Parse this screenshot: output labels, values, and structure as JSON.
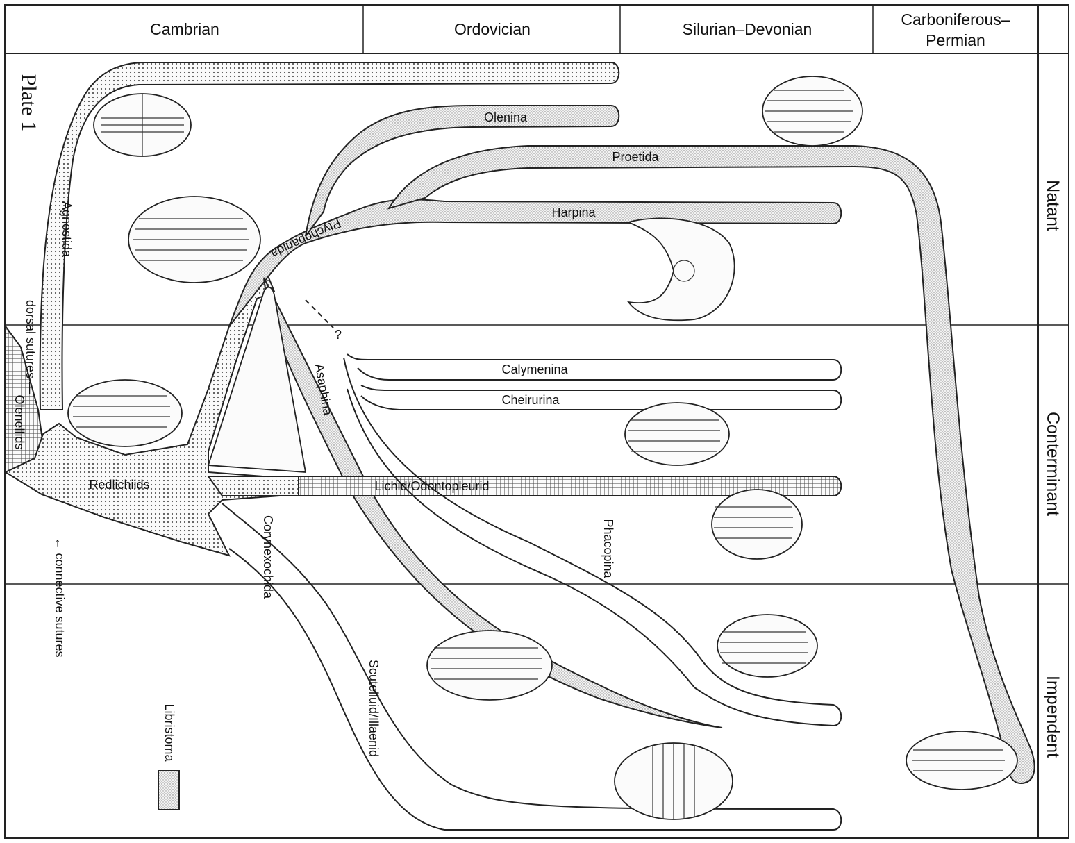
{
  "header": {
    "periods": [
      "Cambrian",
      "Ordovician",
      "Silurian–Devonian",
      "Carboniferous–",
      "Permian"
    ]
  },
  "zones": [
    "Natant",
    "Conterminant",
    "Impendent"
  ],
  "plate_label": "Plate 1",
  "clades": {
    "olenina": "Olenina",
    "proetida": "Proetida",
    "harpina": "Harpina",
    "ptychopariida": "Ptychopariida",
    "agnostida": "Agnostida",
    "calymenina": "Calymenina",
    "cheirurina": "Cheirurina",
    "asaphina": "Asaphina",
    "lichid": "Lichid/Odontopleurid",
    "redlichiids": "Redlichiids",
    "olenellids": "Olenellids",
    "corynexochida": "Corynexochida",
    "phacopina": "Phacopina",
    "scutelluid": "Scutelluid/Illaenid"
  },
  "annotations": {
    "dorsal": "dorsal sutures —",
    "connective": "← connective sutures",
    "question": "?",
    "legend": "Libristoma"
  },
  "colors": {
    "ink": "#222222",
    "stipple": "#8a8a8a"
  },
  "icons": [
    "trilobite-illustration"
  ]
}
